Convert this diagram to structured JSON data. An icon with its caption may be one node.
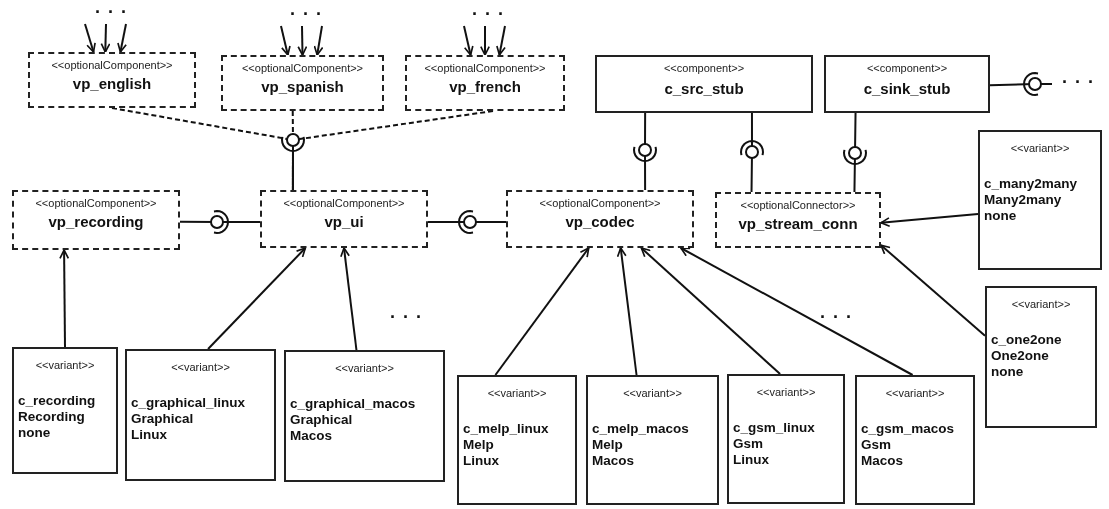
{
  "diagram": {
    "nodes": [
      {
        "text": [
          "<<optionalComponent>>",
          "vp_english"
        ]
      },
      {
        "text": [
          "<<optionalComponent>>",
          "vp_spanish"
        ]
      },
      {
        "text": [
          "<<optionalComponent>>",
          "vp_french"
        ]
      },
      {
        "text": [
          "<<component>>",
          "c_src_stub"
        ]
      },
      {
        "text": [
          "<<component>>",
          "c_sink_stub"
        ]
      },
      {
        "text": [
          "<<variant>>",
          "c_many2many Many2many none"
        ]
      },
      {
        "text": [
          "<<optionalComponent>>",
          "vp_recording"
        ]
      },
      {
        "text": [
          "<<optionalComponent>>",
          "vp_ui"
        ]
      },
      {
        "text": [
          "<<optionalComponent>>",
          "vp_codec"
        ]
      },
      {
        "text": [
          "<<optionalConnector>>",
          "vp_stream_conn"
        ]
      },
      {
        "text": [
          "<<variant>>",
          "c_one2one One2one none"
        ]
      },
      {
        "text": [
          "<<variant>>",
          "c_recording Recording none"
        ]
      },
      {
        "text": [
          "<<variant>>",
          "c_graphical_linux Graphical Linux"
        ]
      },
      {
        "text": [
          "<<variant>>",
          "c_graphical_macos Graphical Macos"
        ]
      },
      {
        "text": [
          "<<variant>>",
          "c_melp_linux Melp Linux"
        ]
      },
      {
        "text": [
          "<<variant>>",
          "c_melp_macos Melp Macos"
        ]
      },
      {
        "text": [
          "<<variant>>",
          "c_gsm_linux Gsm Linux"
        ]
      },
      {
        "text": [
          "<<variant>>",
          "c_gsm_macos Gsm Macos"
        ]
      }
    ],
    "edges": [
      {
        "from": null,
        "to": 0,
        "arrow": "to"
      },
      {
        "from": null,
        "to": 0,
        "arrow": "to"
      },
      {
        "from": null,
        "to": 0,
        "arrow": "to"
      },
      {
        "from": null,
        "to": 1,
        "arrow": "to"
      },
      {
        "from": null,
        "to": 1,
        "arrow": "to"
      },
      {
        "from": null,
        "to": 1,
        "arrow": "to"
      },
      {
        "from": null,
        "to": 2,
        "arrow": "to"
      },
      {
        "from": null,
        "to": 2,
        "arrow": "to"
      },
      {
        "from": null,
        "to": 2,
        "arrow": "to"
      },
      {
        "from": 0,
        "to": 7,
        "arrow": "none",
        "style": "dashed"
      },
      {
        "from": 1,
        "to": 7,
        "arrow": "none",
        "style": "dashed"
      },
      {
        "from": 2,
        "to": 7,
        "arrow": "none",
        "style": "dashed"
      },
      {
        "from": 6,
        "to": 7,
        "arrow": "none"
      },
      {
        "from": 7,
        "to": 8,
        "arrow": "none"
      },
      {
        "from": 3,
        "to": 8,
        "arrow": "none"
      },
      {
        "from": 3,
        "to": 9,
        "arrow": "none"
      },
      {
        "from": 4,
        "to": 9,
        "arrow": "none"
      },
      {
        "from": 4,
        "to": null,
        "arrow": "none"
      },
      {
        "from": 11,
        "to": 6,
        "arrow": "to"
      },
      {
        "from": 12,
        "to": 7,
        "arrow": "to"
      },
      {
        "from": 13,
        "to": 7,
        "arrow": "to"
      },
      {
        "from": 14,
        "to": 8,
        "arrow": "to"
      },
      {
        "from": 15,
        "to": 8,
        "arrow": "to"
      },
      {
        "from": 16,
        "to": 8,
        "arrow": "to"
      },
      {
        "from": 17,
        "to": 8,
        "arrow": "to"
      },
      {
        "from": 5,
        "to": 9,
        "arrow": "to"
      },
      {
        "from": 10,
        "to": 9,
        "arrow": "to"
      }
    ],
    "labels": [
      "· · ·",
      "· · ·",
      "· · ·",
      "· · ·",
      "· · ·",
      "· · ·"
    ]
  }
}
